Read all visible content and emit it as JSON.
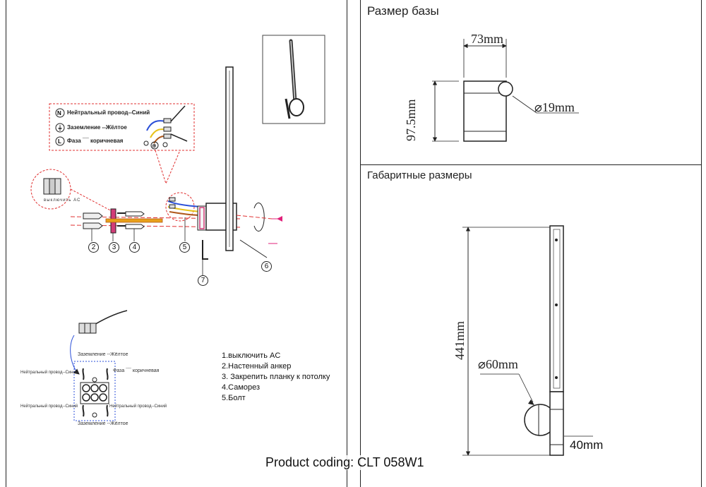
{
  "sections": {
    "base_size_title": "Размер базы",
    "overall_dims_title": "Габаритные размеры"
  },
  "base_dims": {
    "width": "73mm",
    "height": "97.5mm",
    "pipe_diameter": "⌀19mm"
  },
  "overall_dims": {
    "height": "441mm",
    "shade_diameter": "⌀60mm",
    "depth": "40mm"
  },
  "wiring_legend": {
    "neutral": "Нейтральный провод--Синий",
    "ground": "Заземление --Жёлтое",
    "phase_prefix": "Фаза",
    "phase_suffix": "коричневая",
    "switch_label": "выключить AC"
  },
  "terminal_labels": {
    "top_ground": "Заземление --Жёлтое",
    "left_top_neutral": "Нейтральный провод--Синий",
    "right_top_phase_prefix": "Фаза",
    "right_top_phase_suffix": "коричневая",
    "left_bottom_neutral": "Нейтральный провод--Синий",
    "right_bottom_neutral": "Нейтральный провод--Синий",
    "bottom_ground": "Заземление --Жёлтое"
  },
  "callouts": [
    "2",
    "3",
    "4",
    "5",
    "6",
    "7"
  ],
  "instructions": [
    "1.выключить AC",
    "2.Настенный   анкер",
    "3. Закрепить планку к потолку",
    "4.Саморез",
    "5.Болт"
  ],
  "footer": "Product coding: CLT 058W1",
  "colors": {
    "callout_red": "#e03030",
    "wire_blue": "#2b4fd8",
    "wire_yellow": "#e8c21a",
    "wire_brown": "#b05a1e",
    "anchor_pink": "#d23c78",
    "arrow_magenta": "#e0207a"
  }
}
